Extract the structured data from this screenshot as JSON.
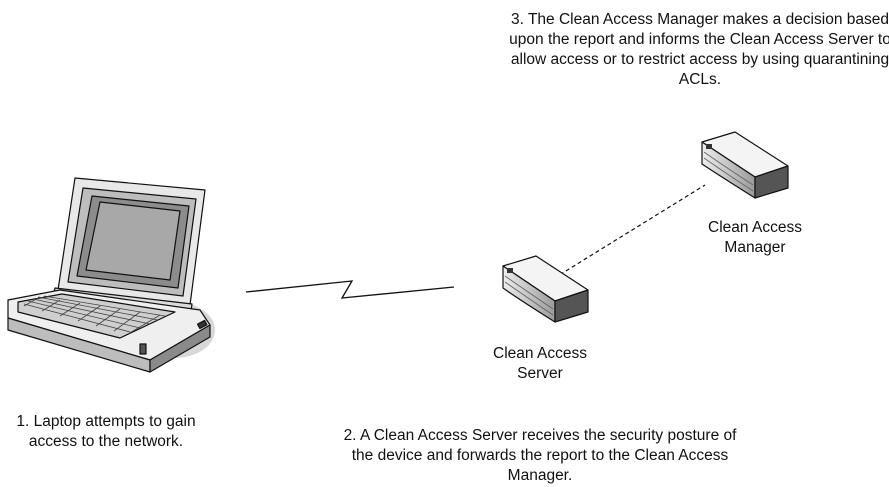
{
  "step3": "3. The Clean Access Manager makes a decision based upon the report and informs the Clean Access Server to allow access or to restrict access by using quarantining ACLs.",
  "manager_label": "Clean Access Manager",
  "server_label": "Clean Access Server",
  "step1": "1. Laptop attempts to gain access to the network.",
  "step2": "2. A Clean Access Server receives the security posture of the device and forwards the report to the Clean Access Manager.",
  "icons": [
    "laptop-icon",
    "clean-access-server-icon",
    "clean-access-manager-icon"
  ],
  "connections": [
    {
      "from": "laptop",
      "to": "clean-access-server",
      "style": "wireless-zigzag"
    },
    {
      "from": "clean-access-server",
      "to": "clean-access-manager",
      "style": "dashed"
    }
  ]
}
